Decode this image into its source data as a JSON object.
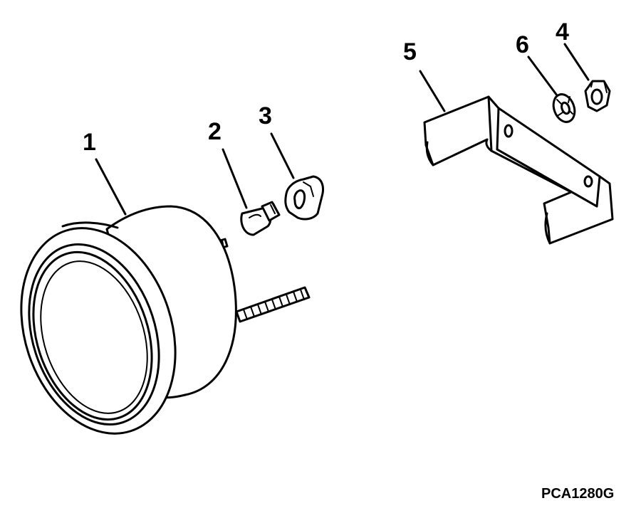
{
  "callouts": [
    "1",
    "2",
    "3",
    "4",
    "5",
    "6"
  ],
  "drawing_code": "PCA1280G",
  "colors": {
    "ink": "#000000",
    "paper": "#ffffff"
  }
}
